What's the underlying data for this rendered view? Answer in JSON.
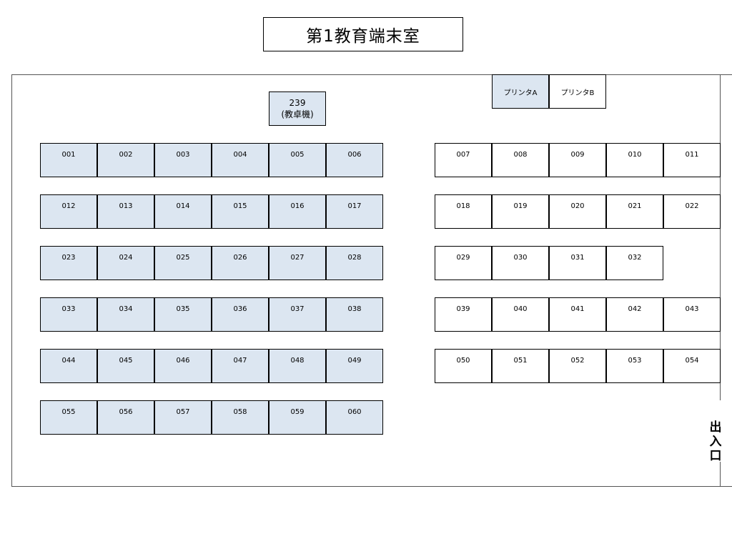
{
  "title": "第1教育端末室",
  "teacher": {
    "number": "239",
    "label": "(教卓機)"
  },
  "printers": [
    {
      "label": "プリンタA",
      "color": "#dce6f1"
    },
    {
      "label": "プリンタB",
      "color": "#ffffff"
    }
  ],
  "entrance": [
    "出",
    "入",
    "口"
  ],
  "left_rows": [
    [
      "001",
      "002",
      "003",
      "004",
      "005",
      "006"
    ],
    [
      "012",
      "013",
      "014",
      "015",
      "016",
      "017"
    ],
    [
      "023",
      "024",
      "025",
      "026",
      "027",
      "028"
    ],
    [
      "033",
      "034",
      "035",
      "036",
      "037",
      "038"
    ],
    [
      "044",
      "045",
      "046",
      "047",
      "048",
      "049"
    ],
    [
      "055",
      "056",
      "057",
      "058",
      "059",
      "060"
    ]
  ],
  "right_rows": [
    [
      "007",
      "008",
      "009",
      "010",
      "011"
    ],
    [
      "018",
      "019",
      "020",
      "021",
      "022"
    ],
    [
      "029",
      "030",
      "031",
      "032"
    ],
    [
      "039",
      "040",
      "041",
      "042",
      "043"
    ],
    [
      "050",
      "051",
      "052",
      "053",
      "054"
    ]
  ],
  "colors": {
    "left_desk_fill": "#dce6f1",
    "right_desk_fill": "#ffffff",
    "border": "#000000"
  }
}
